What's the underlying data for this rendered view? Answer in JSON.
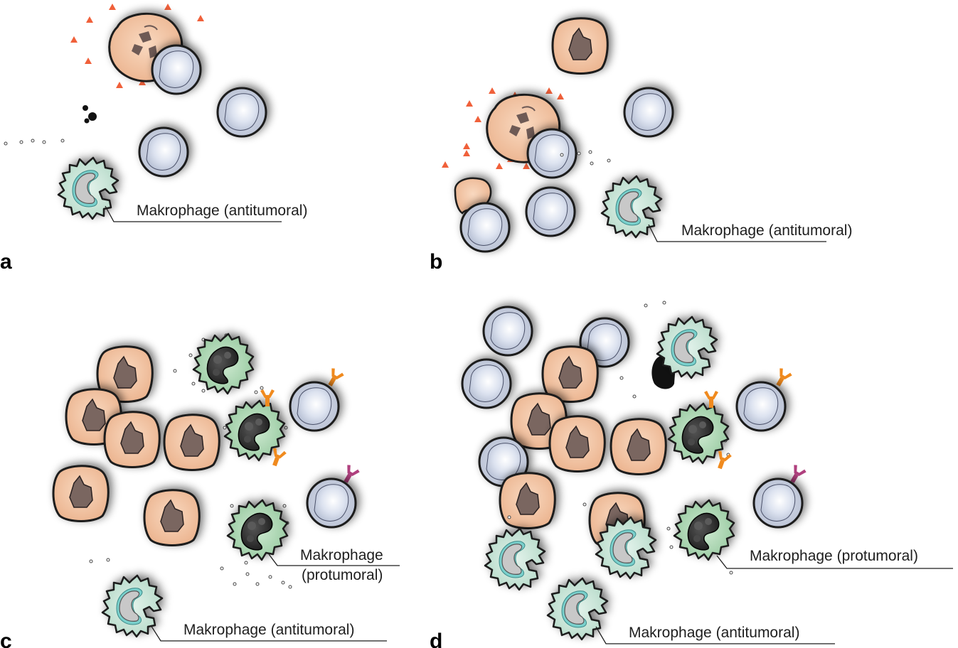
{
  "panels": {
    "a": {
      "letter": "a",
      "labels": {
        "macrophage_anti": "Makrophage (antitumoral)"
      }
    },
    "b": {
      "letter": "b",
      "labels": {
        "macrophage_anti": "Makrophage (antitumoral)"
      }
    },
    "c": {
      "letter": "c",
      "labels": {
        "macrophage_pro_line1": "Makrophage",
        "macrophage_pro_line2": "(protumoral)",
        "macrophage_anti": "Makrophage (antitumoral)"
      }
    },
    "d": {
      "letter": "d",
      "labels": {
        "macrophage_pro": "Makrophage (protumoral)",
        "macrophage_anti": "Makrophage (antitumoral)"
      }
    }
  },
  "colors": {
    "tumor_cell": "#f3c4a2",
    "tumor_nucleus": "#7a6660",
    "lymphocyte": "#c5cde0",
    "macrophage_anti": "#cfe8de",
    "macrophage_anti_nucleus": "#c8c8c8",
    "macrophage_anti_rim": "#7ad0cc",
    "macrophage_pro": "#b9ddbf",
    "macrophage_pro_nucleus": "#2a2a2a",
    "cytokine_triangle": "#f0603a",
    "receptor_orange": "#f08a1e",
    "receptor_magenta": "#b0407e",
    "outline": "#1a1a1a"
  }
}
